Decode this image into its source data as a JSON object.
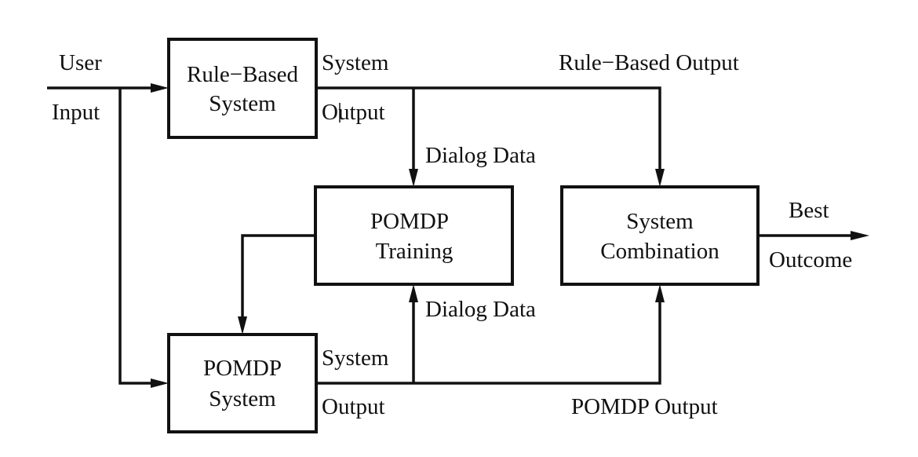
{
  "colors": {
    "ink": "#111111",
    "background": "#ffffff"
  },
  "nodes": {
    "rule_based": {
      "line1": "Rule−Based",
      "line2": "System"
    },
    "pomdp_training": {
      "line1": "POMDP",
      "line2": "Training"
    },
    "system_combination": {
      "line1": "System",
      "line2": "Combination"
    },
    "pomdp_system": {
      "line1": "POMDP",
      "line2": "System"
    }
  },
  "labels": {
    "user_input": {
      "line1": "User",
      "line2": "Input"
    },
    "rule_system_output": {
      "line1": "System",
      "line2": "Output"
    },
    "rule_based_output": "Rule−Based Output",
    "dialog_data_top": "Dialog Data",
    "dialog_data_bottom": "Dialog Data",
    "pomdp_system_output": {
      "line1": "System",
      "line2": "Output"
    },
    "pomdp_output": "POMDP Output",
    "best_outcome": {
      "line1": "Best",
      "line2": "Outcome"
    }
  }
}
